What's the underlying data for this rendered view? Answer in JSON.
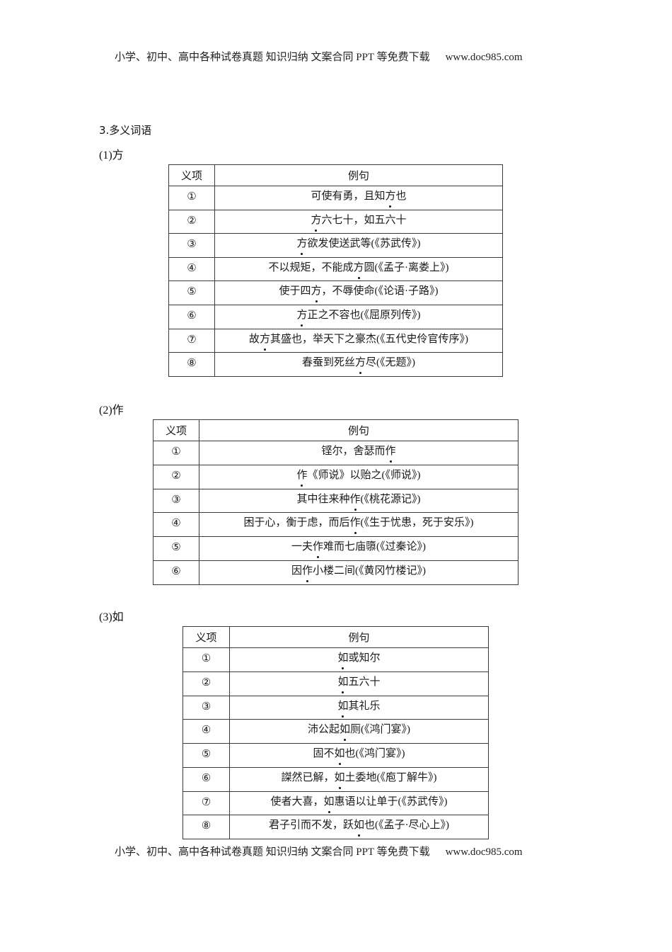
{
  "header": {
    "text": "小学、初中、高中各种试卷真题  知识归纳  文案合同  PPT 等免费下载",
    "site": "www.doc985.com"
  },
  "footer": {
    "text": "小学、初中、高中各种试卷真题  知识归纳  文案合同  PPT 等免费下载",
    "site": "www.doc985.com"
  },
  "section": {
    "title": "3.多义词语"
  },
  "tables": [
    {
      "label": "(1)方",
      "headers": [
        "义项",
        "例句"
      ],
      "rows": [
        {
          "num": "①",
          "pre": "可使有勇，且知",
          "emph": "方",
          "post": "也"
        },
        {
          "num": "②",
          "pre": "",
          "emph": "方",
          "post": "六七十，如五六十"
        },
        {
          "num": "③",
          "pre": "",
          "emph": "方",
          "post": "欲发使送武等(《苏武传》)"
        },
        {
          "num": "④",
          "pre": "不以规矩，不能成",
          "emph": "方",
          "post": "圆(《孟子·离娄上》)"
        },
        {
          "num": "⑤",
          "pre": "使于四",
          "emph": "方",
          "post": "，不辱使命(《论语·子路》)"
        },
        {
          "num": "⑥",
          "pre": "",
          "emph": "方",
          "post": "正之不容也(《屈原列传》)"
        },
        {
          "num": "⑦",
          "pre": "故",
          "emph": "方",
          "post": "其盛也，举天下之豪杰(《五代史伶官传序》)"
        },
        {
          "num": "⑧",
          "pre": "春蚕到死丝",
          "emph": "方",
          "post": "尽(《无题》)"
        }
      ]
    },
    {
      "label": "(2)作",
      "headers": [
        "义项",
        "例句"
      ],
      "rows": [
        {
          "num": "①",
          "pre": "铿尔，舍瑟而",
          "emph": "作",
          "post": ""
        },
        {
          "num": "②",
          "pre": "",
          "emph": "作",
          "post": "《师说》以贻之(《师说》)"
        },
        {
          "num": "③",
          "pre": "其中往来种",
          "emph": "作",
          "post": "(《桃花源记》)"
        },
        {
          "num": "④",
          "pre": "困于心，衡于虑，而后",
          "emph": "作",
          "post": "(《生于忧患，死于安乐》)"
        },
        {
          "num": "⑤",
          "pre": "一夫",
          "emph": "作",
          "post": "难而七庙隳(《过秦论》)"
        },
        {
          "num": "⑥",
          "pre": "因",
          "emph": "作",
          "post": "小楼二间(《黄冈竹楼记》)"
        }
      ]
    },
    {
      "label": "(3)如",
      "headers": [
        "义项",
        "例句"
      ],
      "rows": [
        {
          "num": "①",
          "pre": "",
          "emph": "如",
          "post": "或知尔"
        },
        {
          "num": "②",
          "pre": "",
          "emph": "如",
          "post": "五六十"
        },
        {
          "num": "③",
          "pre": "",
          "emph": "如",
          "post": "其礼乐"
        },
        {
          "num": "④",
          "pre": "沛公起",
          "emph": "如",
          "post": "厕(《鸿门宴》)"
        },
        {
          "num": "⑤",
          "pre": "固不",
          "emph": "如",
          "post": "也(《鸿门宴》)"
        },
        {
          "num": "⑥",
          "pre": "謋然已解，",
          "emph": "如",
          "post": "土委地(《庖丁解牛》)"
        },
        {
          "num": "⑦",
          "pre": "使者大喜，",
          "emph": "如",
          "post": "惠语以让单于(《苏武传》)"
        },
        {
          "num": "⑧",
          "pre": "君子引而不发，跃",
          "emph": "如",
          "post": "也(《孟子·尽心上》)"
        }
      ]
    }
  ]
}
